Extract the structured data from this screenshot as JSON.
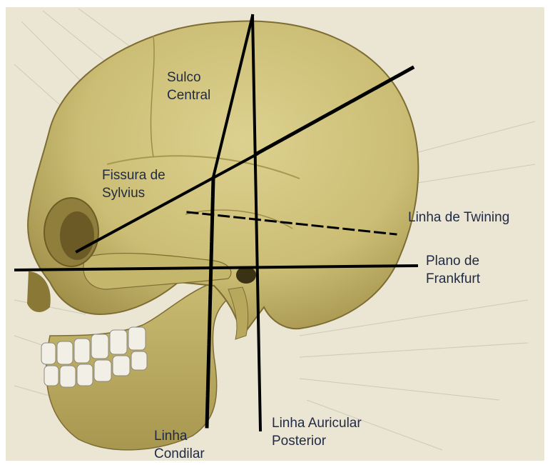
{
  "diagram": {
    "background_color": "#ebe5d4",
    "skull_color": "#cfc27c",
    "line_color": "#000000",
    "labels": {
      "sulco_central": [
        "Sulco",
        "Central"
      ],
      "fissura_sylvius": [
        "Fissura de",
        "Sylvius"
      ],
      "linha_twining": [
        "Linha de Twining"
      ],
      "plano_frankfurt": [
        "Plano de",
        "Frankfurt"
      ],
      "linha_condilar": [
        "Linha",
        "Condilar"
      ],
      "linha_auricular_posterior": [
        "Linha Auricular",
        "Posterior"
      ]
    }
  }
}
